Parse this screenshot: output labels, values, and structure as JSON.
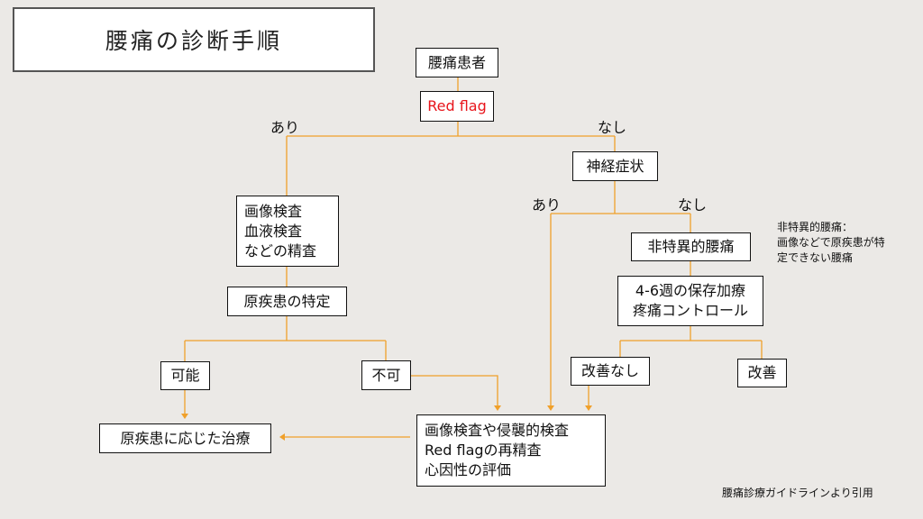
{
  "title": "腰痛の診断手順",
  "nodes": {
    "patient": "腰痛患者",
    "red_flag": "Red flag",
    "neuro": "神経症状",
    "workup": [
      "画像検査",
      "血液検査",
      "などの精査"
    ],
    "identify": "原疾患の特定",
    "possible": "可能",
    "impossible": "不可",
    "treatment": "原疾患に応じた治療",
    "nonspecific": "非特異的腰痛",
    "conservative": [
      "4-6週の保存加療",
      "疼痛コントロール"
    ],
    "no_improve": "改善なし",
    "improve": "改善",
    "further": [
      "画像検査や侵襲的検査",
      "Red flagの再精査",
      "心因性の評価"
    ]
  },
  "branch_labels": {
    "redflag_yes": "あり",
    "redflag_no": "なし",
    "neuro_yes": "あり",
    "neuro_no": "なし"
  },
  "note": [
    "非特異的腰痛：",
    "画像などで原疾患が特",
    "定できない腰痛"
  ],
  "citation": "腰痛診療ガイドラインより引用",
  "colors": {
    "connector": "#f0a02a",
    "red_flag_text": "#e8141b",
    "background": "#ebe9e6"
  }
}
